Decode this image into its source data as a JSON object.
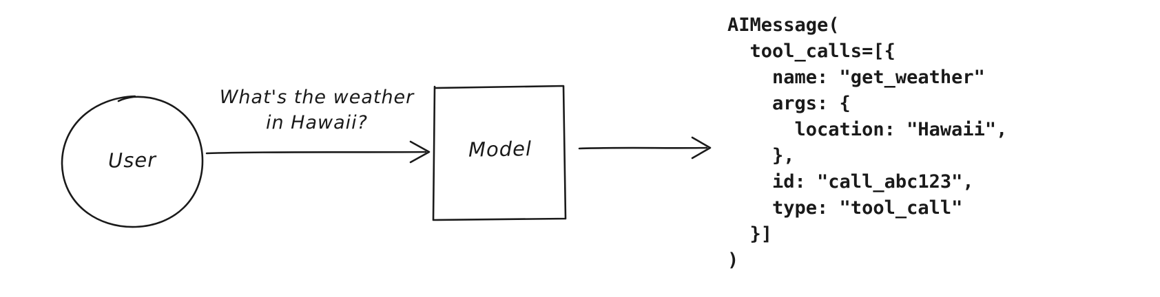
{
  "diagram": {
    "user_node": {
      "label": "User"
    },
    "model_node": {
      "label": "Model"
    },
    "request_arrow": {
      "label_line1": "What's the weather",
      "label_line2": "in Hawaii?"
    },
    "code_output": {
      "lines": [
        "AIMessage(",
        "  tool_calls=[{",
        "    name: \"get_weather\"",
        "    args: {",
        "      location: \"Hawaii\",",
        "    },",
        "    id: \"call_abc123\",",
        "    type: \"tool_call\"",
        "  }]",
        ")"
      ]
    },
    "colors": {
      "ink": "#1a1a1a",
      "background": "#ffffff"
    }
  }
}
